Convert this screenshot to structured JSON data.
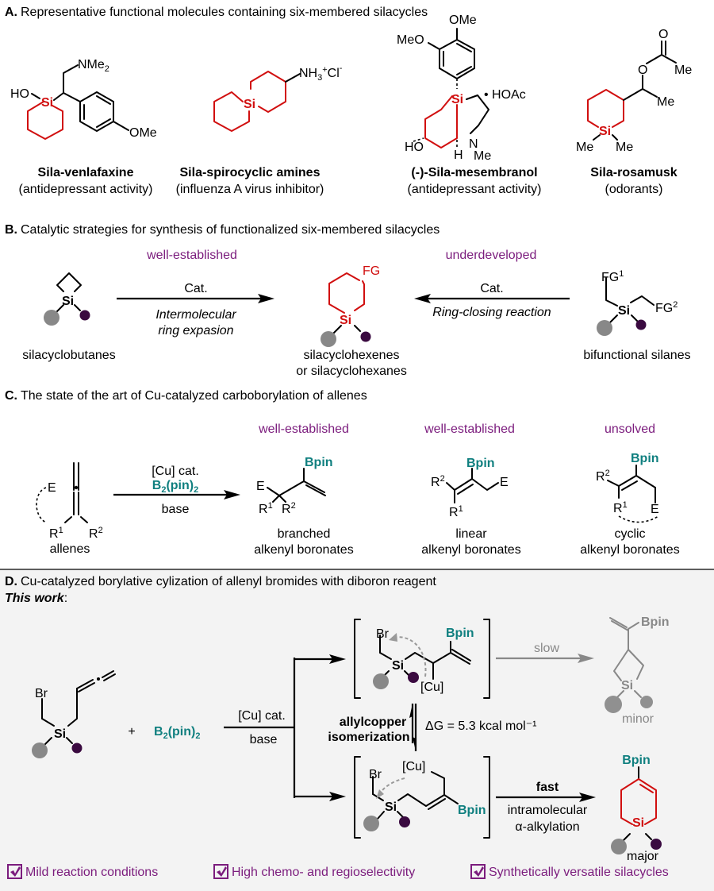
{
  "colors": {
    "panel_d_background": "#f3f3f3",
    "highlight_red": "#d10f0f",
    "boron_teal": "#0f7f7f",
    "status_purple": "#7b1c7d",
    "substituent_gray": "#888888",
    "substituent_purple": "#3a0a40"
  },
  "panelA": {
    "letter": "A.",
    "title": "Representative functional molecules containing six-membered silacycles",
    "molecules": [
      {
        "name": "Sila-venlafaxine",
        "activity": "(antidepressant activity)",
        "labels": {
          "ho": "HO",
          "si": "Si",
          "nme2": "NMe",
          "nme2_sub": "2",
          "ome": "OMe"
        }
      },
      {
        "name": "Sila-spirocyclic amines",
        "activity": "(influenza A virus inhibitor)",
        "labels": {
          "si": "Si",
          "nh3": "NH",
          "nh3_sub": "3",
          "nh3_sup": "+",
          "cl": "Cl",
          "cl_sup": "-"
        }
      },
      {
        "name": "(-)-Sila-mesembranol",
        "activity": "(antidepressant activity)",
        "labels": {
          "ome": "OMe",
          "meo": "MeO",
          "hoac": "• HOAc",
          "si": "Si",
          "ho": "HO",
          "n": "N",
          "h": "H",
          "me": "Me"
        }
      },
      {
        "name": "Sila-rosamusk",
        "activity": "(odorants)",
        "labels": {
          "o1": "O",
          "o2": "O",
          "me1": "Me",
          "me2": "Me",
          "si": "Si",
          "sime1": "Me",
          "sime2": "Me"
        }
      }
    ]
  },
  "panelB": {
    "letter": "B.",
    "title": "Catalytic strategies for synthesis of functionalized six-membered silacycles",
    "left_status": "well-established",
    "right_status": "underdeveloped",
    "left_reagent": "Cat.",
    "left_condition_1": "Intermolecular",
    "left_condition_2": "ring expasion",
    "right_reagent": "Cat.",
    "right_condition": "Ring-closing reaction",
    "left_compound": "silacyclobutanes",
    "center_compound_1": "silacyclohexenes",
    "center_compound_2": "or silacyclohexanes",
    "right_compound": "bifunctional silanes",
    "labels": {
      "si": "Si",
      "fg": "FG",
      "fg1": "FG",
      "fg1_sup": "1",
      "fg2": "FG",
      "fg2_sup": "2"
    }
  },
  "panelC": {
    "letter": "C.",
    "title": "The state of the art of Cu-catalyzed carboborylation of allenes",
    "reagent_1": "[Cu] cat.",
    "reagent_2": "B",
    "reagent_2_sub": "2",
    "reagent_2_mid": "(pin)",
    "reagent_2_sub2": "2",
    "reagent_3": "base",
    "start_compound": "allenes",
    "products": [
      {
        "status": "well-established",
        "name_1": "branched",
        "name_2": "alkenyl boronates"
      },
      {
        "status": "well-established",
        "name_1": "linear",
        "name_2": "alkenyl boronates"
      },
      {
        "status": "unsolved",
        "name_1": "cyclic",
        "name_2": "alkenyl boronates"
      }
    ],
    "labels": {
      "e": "E",
      "r": "R",
      "sup1": "1",
      "sup2": "2",
      "bpin": "Bpin"
    }
  },
  "panelD": {
    "letter": "D.",
    "title": "Cu-catalyzed borylative cylization of allenyl bromides with diboron reagent",
    "this_work": "This work",
    "this_work_colon": ":",
    "plus": "+",
    "reagent_b": "B",
    "reagent_b_sub": "2",
    "reagent_b_mid": "(pin)",
    "reagent_b_sub2": "2",
    "cond_1": "[Cu] cat.",
    "cond_2": "base",
    "isomerization_1": "allylcopper",
    "isomerization_2": "isomerization",
    "delta_g": "ΔG = 5.3 kcal mol⁻¹",
    "slow": "slow",
    "fast": "fast",
    "fast_cond_1": "intramolecular",
    "fast_cond_2": "α-alkylation",
    "minor": "minor",
    "major": "major",
    "labels": {
      "br": "Br",
      "si": "Si",
      "bpin": "Bpin",
      "cu": "[Cu]"
    },
    "features": [
      {
        "label": "Mild reaction conditions",
        "checked": true
      },
      {
        "label": "High chemo- and regioselectivity",
        "checked": true
      },
      {
        "label": "Synthetically versatile silacycles",
        "checked": true
      }
    ]
  }
}
